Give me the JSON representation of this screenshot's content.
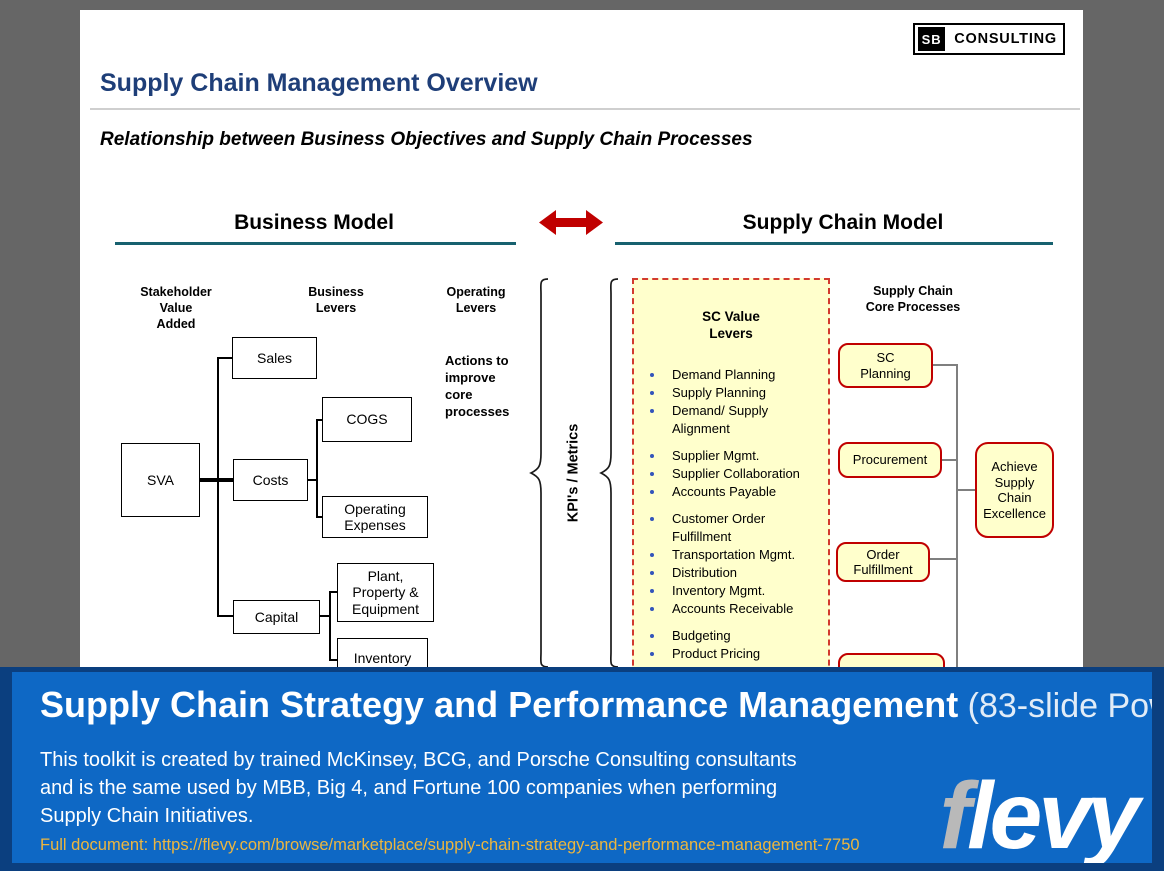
{
  "colors": {
    "page_bg": "#666666",
    "title_navy": "#1e3e78",
    "underline_teal": "#17616f",
    "accent_red": "#c00000",
    "process_fill": "#ffffcc",
    "banner_outer": "#0b3f7f",
    "banner_inner": "#0e68c5",
    "url_gold": "#edb63e"
  },
  "slide": {
    "logo": {
      "badge": "SB",
      "text": "CONSULTING"
    },
    "title": "Supply Chain Management Overview",
    "subtitle": "Relationship between Business Objectives and Supply Chain Processes",
    "left_header": "Business Model",
    "right_header": "Supply Chain Model",
    "columns": {
      "stakeholder": "Stakeholder\nValue\nAdded",
      "business": "Business\nLevers",
      "operating": "Operating\nLevers",
      "actions": "Actions to\nimprove\ncore\nprocesses",
      "sc_core": "Supply Chain\nCore Processes"
    },
    "kpi_label": "KPI's / Metrics",
    "boxes": {
      "sva": "SVA",
      "sales": "Sales",
      "costs": "Costs",
      "cogs": "COGS",
      "opex": "Operating\nExpenses",
      "capital": "Capital",
      "ppe": "Plant,\nProperty &\nEquipment",
      "inventory": "Inventory"
    },
    "sc_value_levers": {
      "title": "SC Value\nLevers",
      "groups": [
        [
          "Demand Planning",
          "Supply Planning",
          "Demand/ Supply Alignment"
        ],
        [
          "Supplier Mgmt.",
          "Supplier Collaboration",
          "Accounts Payable"
        ],
        [
          "Customer Order Fulfillment",
          "Transportation Mgmt.",
          "Distribution",
          "Inventory Mgmt.",
          "Accounts Receivable"
        ],
        [
          "Budgeting",
          "Product Pricing"
        ]
      ]
    },
    "process_boxes": {
      "sc_planning": "SC\nPlanning",
      "procurement": "Procurement",
      "order_fulfillment": "Order\nFulfillment",
      "goal": "Achieve\nSupply\nChain\nExcellence"
    }
  },
  "banner": {
    "title_bold": "Supply Chain Strategy and Performance Management",
    "title_rest": " (83-slide Pow",
    "body_lines": [
      "This toolkit is created by trained McKinsey, BCG, and Porsche Consulting consultants",
      "and is the same used by MBB, Big 4, and Fortune 100 companies when performing",
      "Supply Chain Initiatives."
    ],
    "url_text": "Full document: https://flevy.com/browse/marketplace/supply-chain-strategy-and-performance-management-7750",
    "brand": {
      "f": "f",
      "levy": "levy"
    }
  }
}
